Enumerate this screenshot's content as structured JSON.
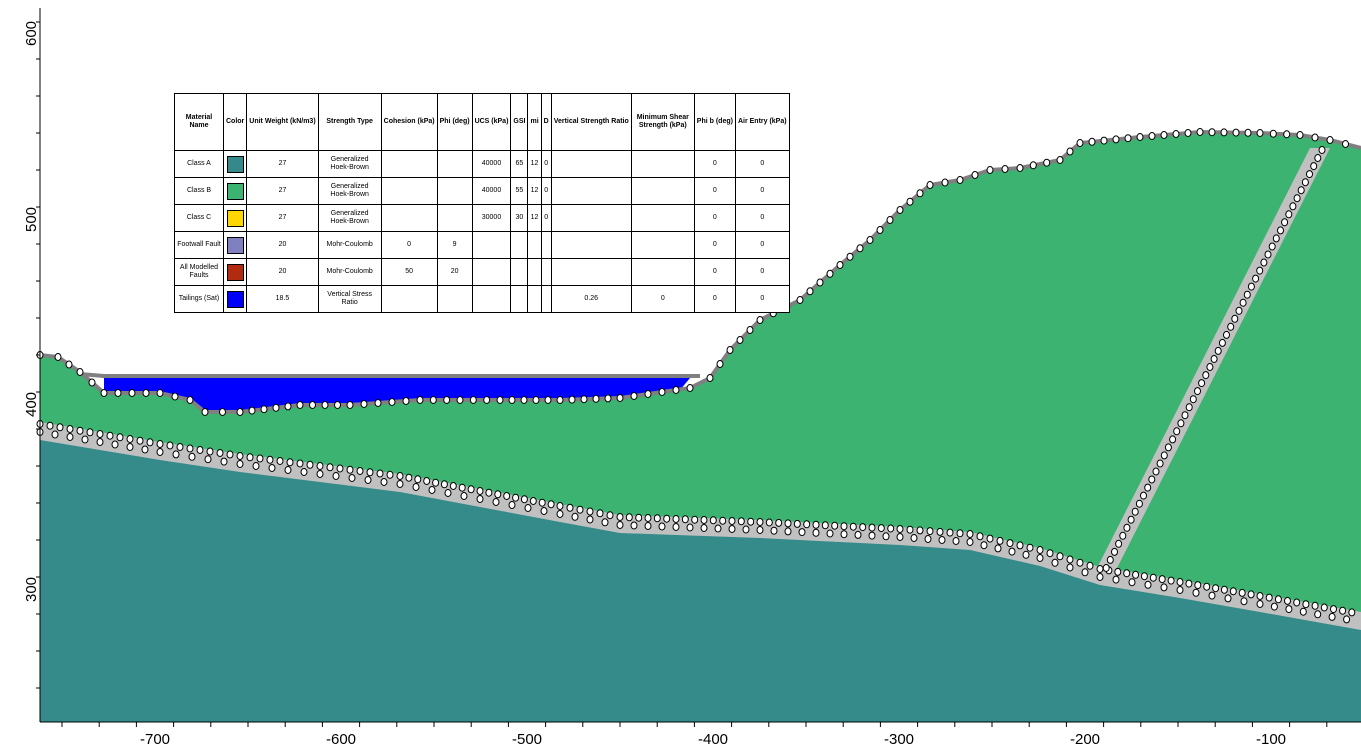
{
  "axes": {
    "x_ticks": [
      "-700",
      "-600",
      "-500",
      "-400",
      "-300",
      "-200",
      "-100"
    ],
    "y_ticks": [
      "600",
      "500",
      "400",
      "300"
    ]
  },
  "materials_table": {
    "headers": [
      "Material Name",
      "Color",
      "Unit Weight (kN/m3)",
      "Strength Type",
      "Cohesion (kPa)",
      "Phi (deg)",
      "UCS (kPa)",
      "GSI",
      "mi",
      "D",
      "Vertical Strength Ratio",
      "Minimum Shear Strength (kPa)",
      "Phi b (deg)",
      "Air Entry (kPa)"
    ],
    "rows": [
      {
        "name": "Class A",
        "color": "#35898a",
        "unit_weight": "27",
        "strength_type": "Generalized Hoek-Brown",
        "cohesion": "",
        "phi": "",
        "ucs": "40000",
        "gsi": "65",
        "mi": "12",
        "d": "0",
        "vsr": "",
        "min_shear": "",
        "phi_b": "0",
        "air_entry": "0"
      },
      {
        "name": "Class B",
        "color": "#3cb371",
        "unit_weight": "27",
        "strength_type": "Generalized Hoek-Brown",
        "cohesion": "",
        "phi": "",
        "ucs": "40000",
        "gsi": "55",
        "mi": "12",
        "d": "0",
        "vsr": "",
        "min_shear": "",
        "phi_b": "0",
        "air_entry": "0"
      },
      {
        "name": "Class C",
        "color": "#ffd700",
        "unit_weight": "27",
        "strength_type": "Generalized Hoek-Brown",
        "cohesion": "",
        "phi": "",
        "ucs": "30000",
        "gsi": "30",
        "mi": "12",
        "d": "0",
        "vsr": "",
        "min_shear": "",
        "phi_b": "0",
        "air_entry": "0"
      },
      {
        "name": "Footwall Fault",
        "color": "#8080c0",
        "unit_weight": "20",
        "strength_type": "Mohr-Coulomb",
        "cohesion": "0",
        "phi": "9",
        "ucs": "",
        "gsi": "",
        "mi": "",
        "d": "",
        "vsr": "",
        "min_shear": "",
        "phi_b": "0",
        "air_entry": "0"
      },
      {
        "name": "All Modelled Faults",
        "color": "#b22a10",
        "unit_weight": "20",
        "strength_type": "Mohr-Coulomb",
        "cohesion": "50",
        "phi": "20",
        "ucs": "",
        "gsi": "",
        "mi": "",
        "d": "",
        "vsr": "",
        "min_shear": "",
        "phi_b": "0",
        "air_entry": "0"
      },
      {
        "name": "Tailings (Sat)",
        "color": "#0000ff",
        "unit_weight": "18.5",
        "strength_type": "Vertical Stress Ratio",
        "cohesion": "",
        "phi": "",
        "ucs": "",
        "gsi": "",
        "mi": "",
        "d": "",
        "vsr": "0.26",
        "min_shear": "0",
        "phi_b": "0",
        "air_entry": "0"
      }
    ]
  },
  "colors": {
    "class_a": "#358b8a",
    "class_b": "#3cb371",
    "tailings": "#0000ff",
    "fault_band": "#c0c0c0",
    "surface_line": "#808080"
  }
}
